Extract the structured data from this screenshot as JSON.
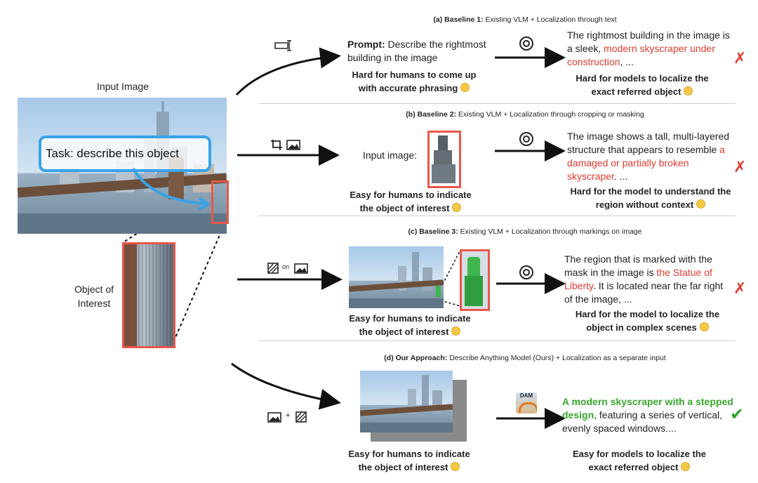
{
  "left": {
    "input_image_label": "Input Image",
    "task_text": "Task: describe this object",
    "object_label_line1": "Object of",
    "object_label_line2": "Interest"
  },
  "baseline1": {
    "header_bold": "(a) Baseline 1:",
    "header_rest": " Existing VLM + Localization through text",
    "prompt_label": "Prompt:",
    "prompt_text": " Describe the rightmost building in the image",
    "human_note": "Hard for humans to come up with accurate phrasing",
    "output_plain": "The rightmost building in the image is a sleek, ",
    "output_highlight": "modern skyscraper under construction",
    "output_tail": ", ...",
    "model_note": "Hard for models to localize the exact referred object",
    "mark": "✗"
  },
  "baseline2": {
    "header_bold": "(b) Baseline 2:",
    "header_rest": " Existing VLM + Localization through cropping or masking",
    "input_label": "Input image:",
    "human_note": "Easy for humans to indicate the object of interest",
    "output_plain": "The image shows a tall, multi-layered structure that appears to resemble ",
    "output_highlight": "a damaged or partially broken skyscraper",
    "output_tail": ". ...",
    "model_note": "Hard for the model to understand the region without context",
    "mark": "✗"
  },
  "baseline3": {
    "header_bold": "(c) Baseline 3:",
    "header_rest": " Existing VLM + Localization through markings on image",
    "icon_on": "on",
    "human_note": "Easy for humans to indicate the object of interest",
    "output_plain": "The region that is marked with the mask in the image is ",
    "output_highlight": "the Statue of Liberty",
    "output_tail": ". It is located near the far right of the image, ...",
    "model_note": "Hard for the model to localize the object in complex scenes",
    "mark": "✗"
  },
  "ours": {
    "header_bold": "(d) Our Approach:",
    "header_rest": " Describe Anything Model (Ours) + Localization as a separate input",
    "icon_plus": "+",
    "dam_badge": "DAM",
    "human_note": "Easy for humans to indicate the object of interest",
    "output_highlight": "A modern skyscraper with a stepped design",
    "output_tail": ", featuring a series of vertical, evenly spaced windows....",
    "model_note": "Easy for models to localize the exact referred object",
    "mark": "✔"
  },
  "colors": {
    "red": "#e03a2f",
    "green": "#3aa52e",
    "task_blue": "#38a3e8",
    "box_red": "#e8574a"
  }
}
